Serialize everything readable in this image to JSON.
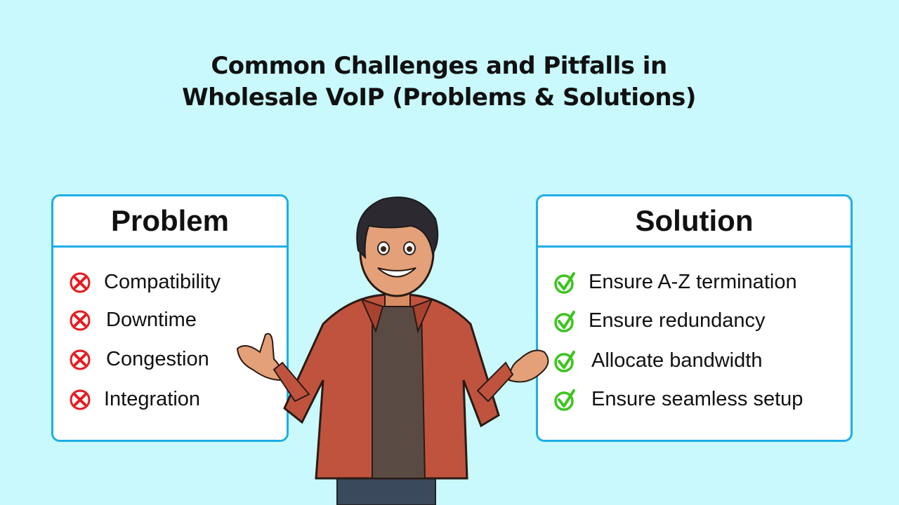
{
  "title": {
    "line1": "Common Challenges and Pitfalls in",
    "line2": "Wholesale VoIP (Problems & Solutions)"
  },
  "problem": {
    "heading": "Problem",
    "items": [
      "Compatibility",
      "Downtime",
      "Congestion",
      "Integration"
    ]
  },
  "solution": {
    "heading": "Solution",
    "items": [
      "Ensure A-Z termination",
      "Ensure redundancy",
      "Allocate bandwidth",
      "Ensure seamless setup"
    ]
  },
  "colors": {
    "background": "#c9f9fc",
    "border": "#1eaee6",
    "cross": "#e8191d",
    "check": "#3cc41e"
  }
}
